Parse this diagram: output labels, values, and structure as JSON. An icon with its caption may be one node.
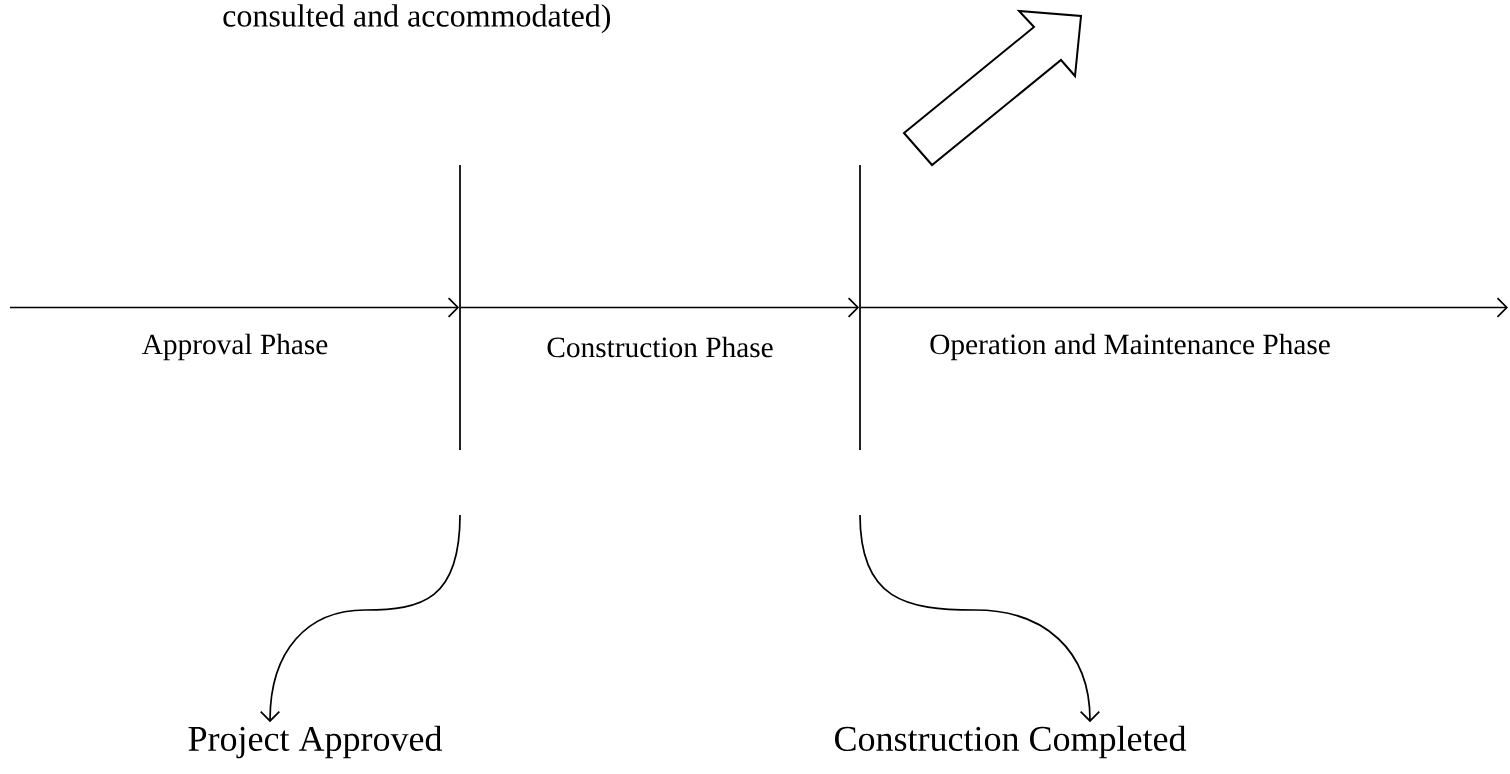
{
  "diagram": {
    "nodes": [
      {
        "text": [],
        "shape": "bar"
      },
      {
        "text": [],
        "shape": "bar"
      },
      {
        "text": [
          "Project Approved"
        ]
      },
      {
        "text": [
          "Construction Completed"
        ]
      }
    ],
    "edges": [
      {
        "from": null,
        "to": 0,
        "arrow": "to"
      },
      {
        "from": 0,
        "to": 1,
        "arrow": "to"
      },
      {
        "from": 1,
        "to": null,
        "arrow": "to"
      },
      {
        "from": null,
        "to": 2,
        "arrow": "to"
      },
      {
        "from": null,
        "to": 3,
        "arrow": "to"
      }
    ],
    "labels": [
      "consulted and accommodated)",
      "Approval Phase",
      "Construction Phase",
      "Operation and Maintenance Phase"
    ]
  }
}
